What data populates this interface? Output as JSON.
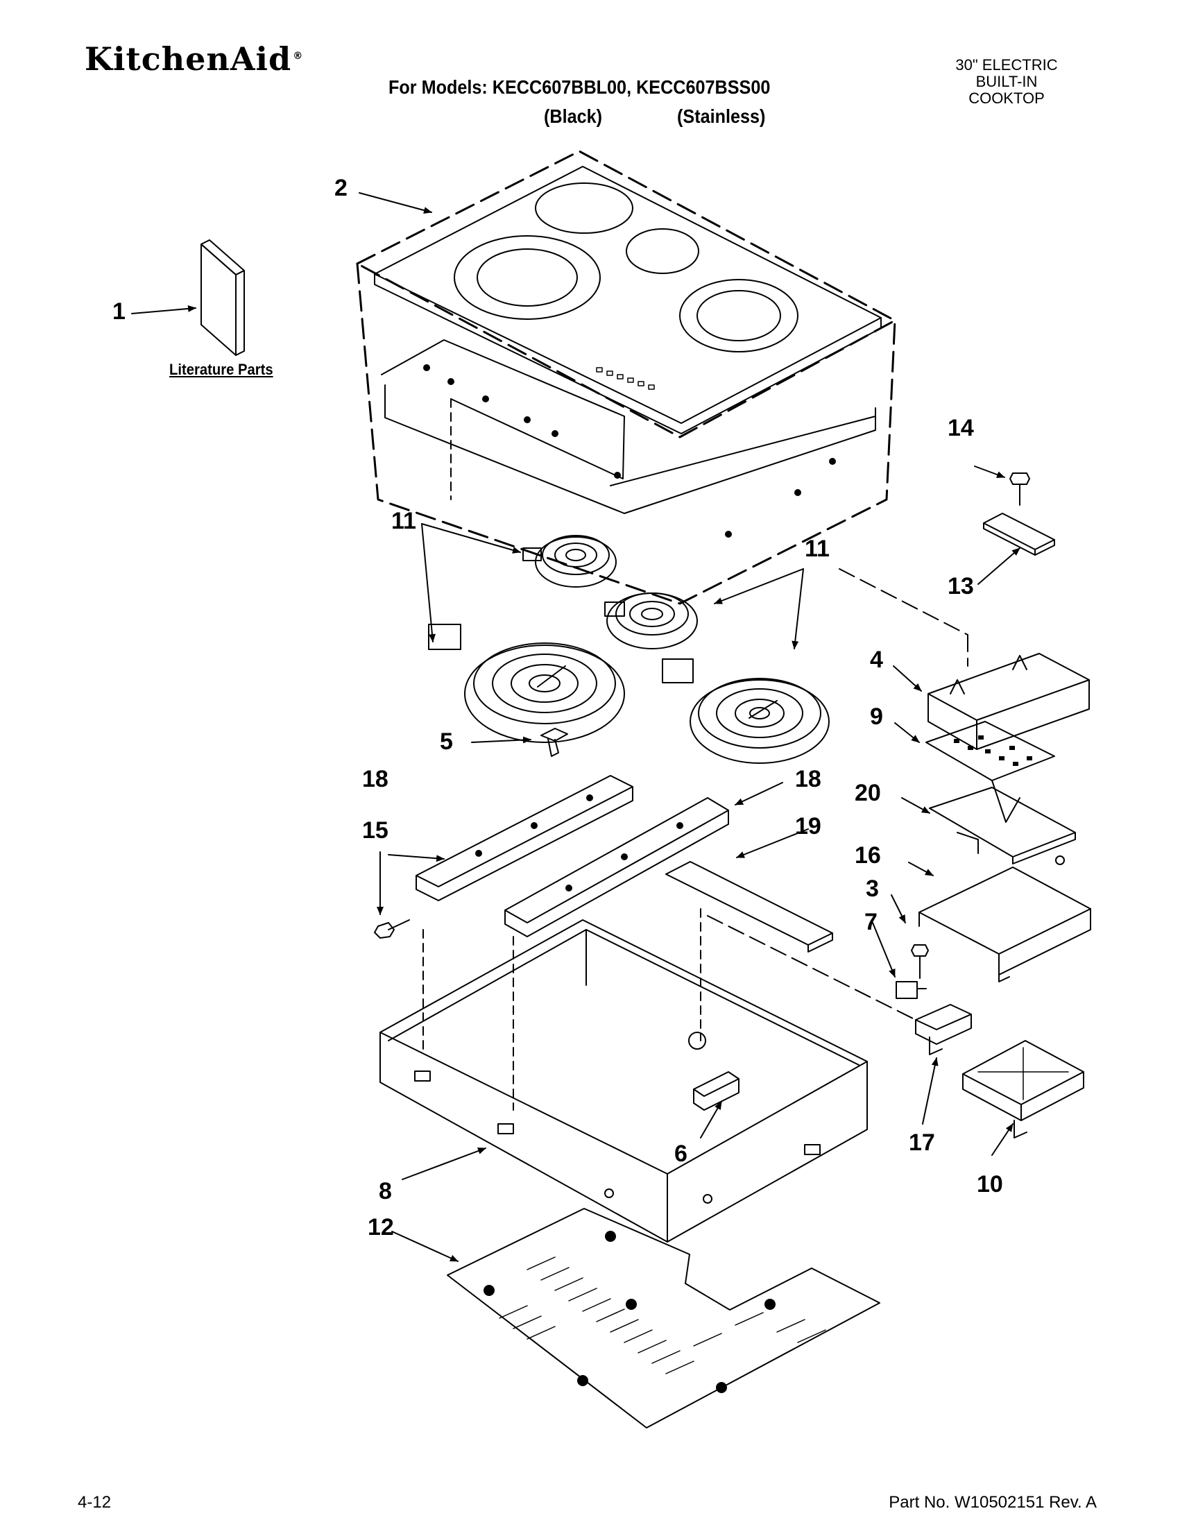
{
  "header": {
    "brand": "KitchenAid",
    "brand_mark": "®",
    "models_line": "For Models: KECC607BBL00, KECC607BSS00",
    "variant_black": "(Black)",
    "variant_stainless": "(Stainless)",
    "title_lines": [
      "30\" ELECTRIC",
      "BUILT-IN",
      "COOKTOP"
    ]
  },
  "literature_label": "Literature Parts",
  "callouts": {
    "c1": "1",
    "c2": "2",
    "c3": "3",
    "c4": "4",
    "c5": "5",
    "c6": "6",
    "c7": "7",
    "c8": "8",
    "c9": "9",
    "c10": "10",
    "c11a": "11",
    "c11b": "11",
    "c12": "12",
    "c13": "13",
    "c14": "14",
    "c15": "15",
    "c16": "16",
    "c17": "17",
    "c18a": "18",
    "c18b": "18",
    "c19": "19",
    "c20": "20"
  },
  "footer": {
    "page": "4-12",
    "part_no": "Part No. W10502151 Rev. A"
  }
}
